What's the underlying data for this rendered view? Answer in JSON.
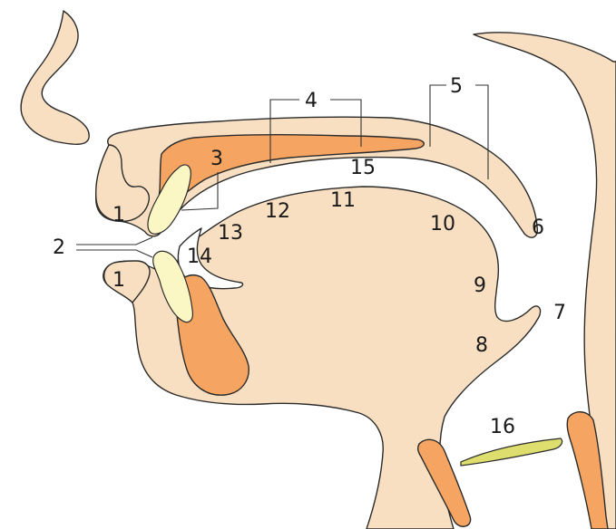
{
  "colors": {
    "skin": "#f8dfc1",
    "bone": "#f5a561",
    "tooth": "#fbf7c4",
    "cartilage": "#dede6e"
  },
  "labels": {
    "l1_upper": "1",
    "l1_lower": "1",
    "l2": "2",
    "l3": "3",
    "l4": "4",
    "l5": "5",
    "l6": "6",
    "l7": "7",
    "l8": "8",
    "l9": "9",
    "l10": "10",
    "l11": "11",
    "l12": "12",
    "l13": "13",
    "l14": "14",
    "l15": "15",
    "l16": "16"
  }
}
